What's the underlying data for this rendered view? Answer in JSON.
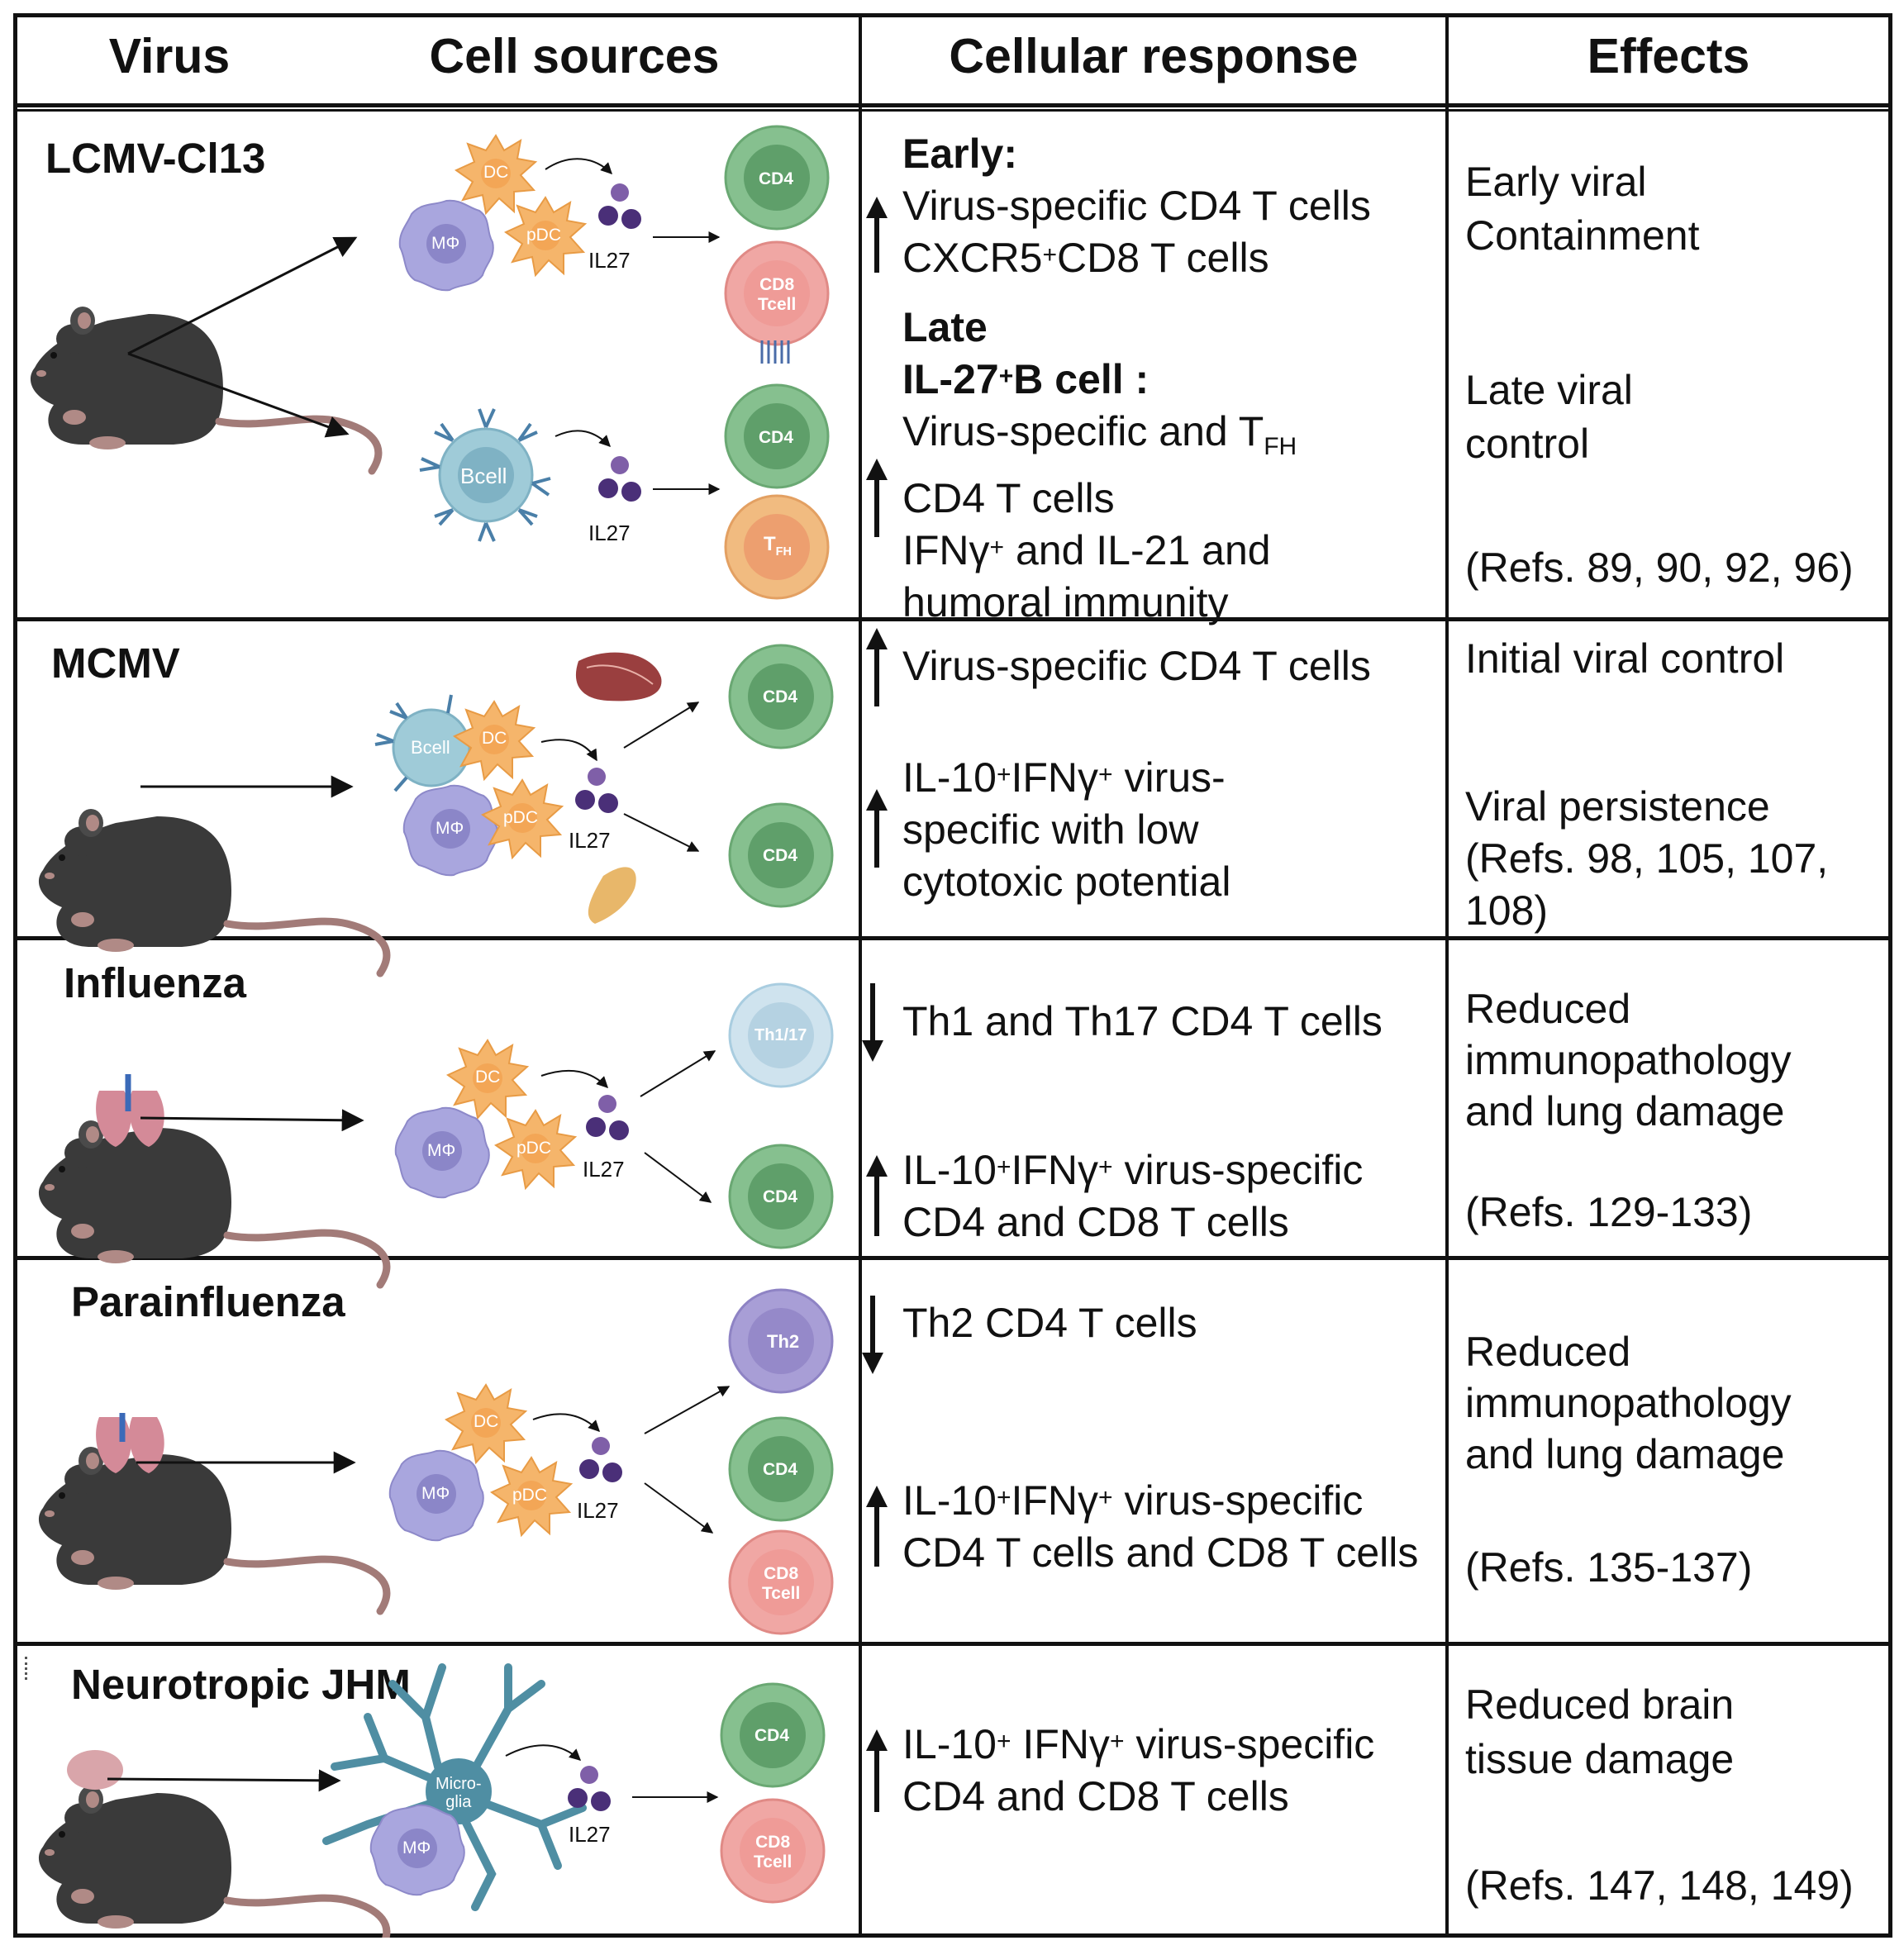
{
  "headers": {
    "virus": "Virus",
    "cell_sources": "Cell sources",
    "cellular_response": "Cellular response",
    "effects": "Effects"
  },
  "cell_labels": {
    "dc": "DC",
    "pdc": "pDC",
    "mphi": "MΦ",
    "bcell": "Bcell",
    "il27": "IL27",
    "cd4": "CD4",
    "cd8_line1": "CD8",
    "cd8_line2": "Tcell",
    "tfh": "T",
    "tfh_sub": "FH",
    "th1_17": "Th1/17",
    "th2": "Th2",
    "microglia_line1": "Micro-",
    "microglia_line2": "glia"
  },
  "rows": [
    {
      "virus": "LCMV-Cl13",
      "response": {
        "early_heading": "Early:",
        "early_1": "Virus-specific CD4 T cells",
        "early_2_pre": "CXCR5",
        "early_2_sup": "+",
        "early_2_post": "CD8 T cells",
        "late_heading": "Late",
        "late_sub_pre": "IL-27",
        "late_sub_sup": "+",
        "late_sub_post": "B cell :",
        "late_1_pre": "Virus-specific and T",
        "late_1_sub": "FH",
        "late_2": "CD4 T cells",
        "late_3_pre": "IFNγ",
        "late_3_sup": "+",
        "late_3_post": " and IL-21 and",
        "late_4": "humoral immunity"
      },
      "effects": {
        "line1": "Early viral",
        "line2": "Containment",
        "line3": "Late viral",
        "line4": "control",
        "refs": "(Refs. 89, 90, 92, 96)"
      }
    },
    {
      "virus": "MCMV",
      "response": {
        "line1": "Virus-specific CD4 T cells",
        "line2_pre": "IL-10",
        "line2_sup1": "+",
        "line2_mid": "IFNγ",
        "line2_sup2": "+",
        "line2_post": " virus-",
        "line3": "specific with low",
        "line4": "cytotoxic potential"
      },
      "effects": {
        "line1": "Initial viral control",
        "line2": "Viral persistence",
        "line3": "(Refs. 98, 105, 107,",
        "line4": "108)"
      }
    },
    {
      "virus": "Influenza",
      "response": {
        "line1": "Th1 and Th17 CD4 T cells",
        "line2_pre": "IL-10",
        "line2_sup1": "+",
        "line2_mid": "IFNγ",
        "line2_sup2": "+",
        "line2_post": " virus-specific",
        "line3": "CD4 and CD8 T cells"
      },
      "effects": {
        "line1": "Reduced",
        "line2": "immunopathology",
        "line3": "and lung damage",
        "refs": "(Refs. 129-133)"
      }
    },
    {
      "virus": "Parainfluenza",
      "response": {
        "line1": "Th2 CD4 T cells",
        "line2_pre": "IL-10",
        "line2_sup1": "+",
        "line2_mid": "IFNγ",
        "line2_sup2": "+",
        "line2_post": " virus-specific",
        "line3": "CD4 T cells and CD8 T cells"
      },
      "effects": {
        "line1": "Reduced",
        "line2": "immunopathology",
        "line3": "and lung damage",
        "refs": "(Refs. 135-137)"
      }
    },
    {
      "virus": "Neurotropic JHM",
      "response": {
        "line1_pre": "IL-10",
        "line1_sup1": "+",
        "line1_mid": " IFNγ",
        "line1_sup2": "+",
        "line1_post": " virus-specific",
        "line2": "CD4 and CD8 T cells"
      },
      "effects": {
        "line1": "Reduced brain",
        "line2": "tissue damage",
        "refs": "(Refs. 147, 148, 149)"
      }
    }
  ],
  "colors": {
    "dc": "#f5b56b",
    "mphi": "#a9a6de",
    "bcell": "#9fcbd8",
    "cd4": "#86c08f",
    "cd8": "#f0a7a4",
    "tfh": "#f1bb80",
    "th1_17": "#cfe3ee",
    "th2": "#a89ed6",
    "il27": "#5a3a86",
    "mouse": "#3a3a3a",
    "tail": "#a27b78",
    "microglia": "#4f8ea3"
  }
}
